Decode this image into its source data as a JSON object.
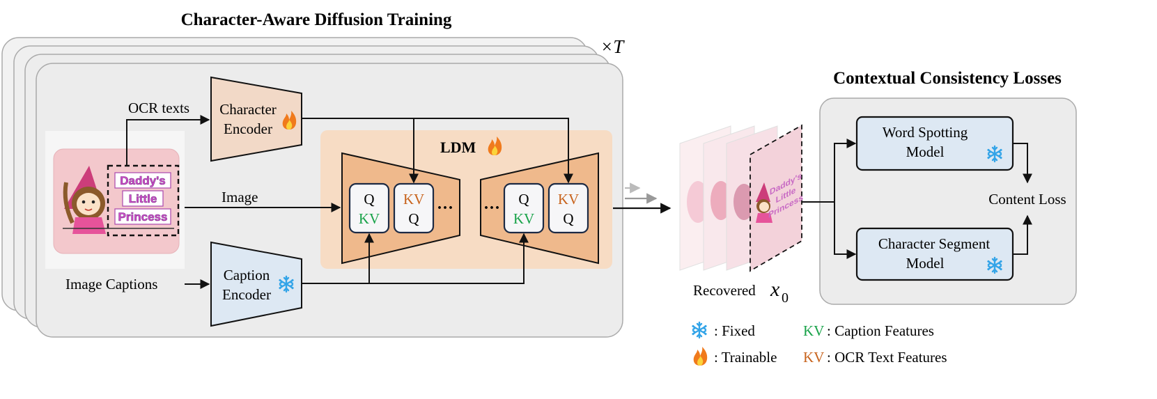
{
  "diagram": {
    "title_left": "Character-Aware Diffusion Training",
    "title_right": "Contextual Consistency Losses",
    "repeat_label": "×T",
    "inputs": {
      "ocr_texts": "OCR texts",
      "image": "Image",
      "image_captions": "Image Captions"
    },
    "character_encoder": {
      "line1": "Character",
      "line2": "Encoder"
    },
    "caption_encoder": {
      "line1": "Caption",
      "line2": "Encoder"
    },
    "ldm": {
      "label": "LDM",
      "ellipsis": "···"
    },
    "attention_block_a": {
      "top": "Q",
      "bottom": "KV"
    },
    "attention_block_b": {
      "top": "KV",
      "bottom": "Q"
    },
    "sample_image": {
      "line1": "Daddy's",
      "line2": "Little",
      "line3": "Princess"
    },
    "recovered": {
      "label": "Recovered",
      "symbol": "x",
      "subscript": "0"
    },
    "word_spotting": {
      "line1": "Word Spotting",
      "line2": "Model"
    },
    "character_segment": {
      "line1": "Character Segment",
      "line2": "Model"
    },
    "content_loss": "Content Loss",
    "legend": {
      "fixed": ": Fixed",
      "trainable": ": Trainable",
      "caption_kv": "KV",
      "caption_features": ": Caption Features",
      "ocr_kv": "KV",
      "ocr_features": ": OCR Text Features"
    },
    "colors": {
      "panel_gray": "#ececec",
      "encoder_orange": "#f2d9c7",
      "encoder_blue": "#dde8f3",
      "ldm_bg": "#f7dcc4",
      "unet_orange": "#efb98c",
      "kv_green": "#1aa34a",
      "kv_orange": "#c8641e",
      "snow_blue": "#33a4e8",
      "flame_orange": "#f07a1c"
    }
  }
}
